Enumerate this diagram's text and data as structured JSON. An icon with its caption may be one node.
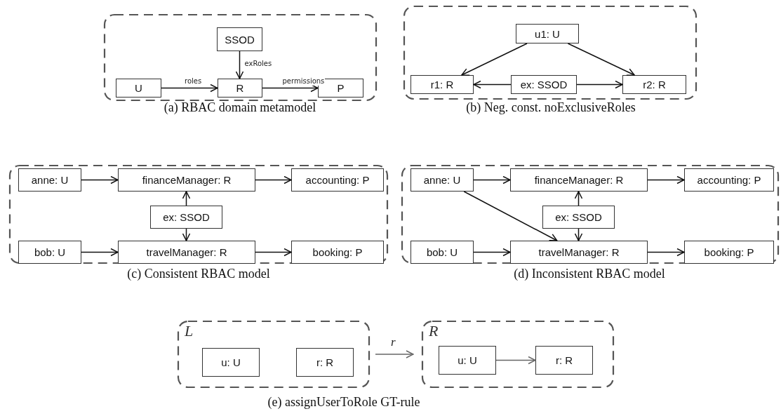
{
  "diagram": {
    "nodes": [
      {
        "text": [],
        "shape": "box",
        "beside": [
          "(a) RBAC domain metamodel"
        ]
      },
      {
        "text": [
          "SSOD"
        ],
        "in": 0
      },
      {
        "text": [
          "U"
        ],
        "in": 0
      },
      {
        "text": [
          "R"
        ],
        "in": 0
      },
      {
        "text": [
          "P"
        ],
        "in": 0
      },
      {
        "text": [],
        "shape": "box",
        "beside": [
          "(b) Neg. const. noExclusiveRoles"
        ]
      },
      {
        "text": [
          "u1: U"
        ],
        "in": 5
      },
      {
        "text": [
          "r1: R"
        ],
        "in": 5
      },
      {
        "text": [
          "ex: SSOD"
        ],
        "in": 5
      },
      {
        "text": [
          "r2: R"
        ],
        "in": 5
      },
      {
        "text": [],
        "shape": "box",
        "beside": [
          "(c) Consistent RBAC model"
        ]
      },
      {
        "text": [
          "anne: U"
        ],
        "in": 10
      },
      {
        "text": [
          "financeManager: R"
        ],
        "in": 10
      },
      {
        "text": [
          "accounting: P"
        ],
        "in": 10
      },
      {
        "text": [
          "ex: SSOD"
        ],
        "in": 10
      },
      {
        "text": [
          "bob: U"
        ],
        "in": 10
      },
      {
        "text": [
          "travelManager: R"
        ],
        "in": 10
      },
      {
        "text": [
          "booking: P"
        ],
        "in": 10
      },
      {
        "text": [],
        "shape": "box",
        "beside": [
          "(d) Inconsistent RBAC model"
        ]
      },
      {
        "text": [
          "anne: U"
        ],
        "in": 18
      },
      {
        "text": [
          "financeManager: R"
        ],
        "in": 18
      },
      {
        "text": [
          "accounting: P"
        ],
        "in": 18
      },
      {
        "text": [
          "ex: SSOD"
        ],
        "in": 18
      },
      {
        "text": [
          "bob: U"
        ],
        "in": 18
      },
      {
        "text": [
          "travelManager: R"
        ],
        "in": 18
      },
      {
        "text": [
          "booking: P"
        ],
        "in": 18
      },
      {
        "text": [
          "L"
        ]
      },
      {
        "text": [
          "u: U"
        ],
        "in": 26
      },
      {
        "text": [
          "r: R"
        ],
        "in": 26
      },
      {
        "text": [
          "R"
        ]
      },
      {
        "text": [
          "u: U"
        ],
        "in": 29
      },
      {
        "text": [
          "r: R"
        ],
        "in": 29
      }
    ],
    "edges": [
      {
        "from": 2,
        "to": 3,
        "arrow": "to",
        "label": "roles"
      },
      {
        "from": 1,
        "to": 3,
        "arrow": "to",
        "label": "exRoles"
      },
      {
        "from": 3,
        "to": 4,
        "arrow": "to",
        "label": "permissions"
      },
      {
        "from": 6,
        "to": 7,
        "arrow": "to"
      },
      {
        "from": 6,
        "to": 9,
        "arrow": "to"
      },
      {
        "from": 8,
        "to": 7,
        "arrow": "to"
      },
      {
        "from": 8,
        "to": 9,
        "arrow": "to"
      },
      {
        "from": 11,
        "to": 12,
        "arrow": "to"
      },
      {
        "from": 12,
        "to": 13,
        "arrow": "to"
      },
      {
        "from": 14,
        "to": 12,
        "arrow": "to"
      },
      {
        "from": 14,
        "to": 16,
        "arrow": "to"
      },
      {
        "from": 15,
        "to": 16,
        "arrow": "to"
      },
      {
        "from": 16,
        "to": 17,
        "arrow": "to"
      },
      {
        "from": 19,
        "to": 20,
        "arrow": "to"
      },
      {
        "from": 20,
        "to": 21,
        "arrow": "to"
      },
      {
        "from": 22,
        "to": 20,
        "arrow": "to"
      },
      {
        "from": 22,
        "to": 24,
        "arrow": "to"
      },
      {
        "from": 23,
        "to": 24,
        "arrow": "to"
      },
      {
        "from": 24,
        "to": 25,
        "arrow": "to"
      },
      {
        "from": 19,
        "to": 24,
        "arrow": "to"
      },
      {
        "from": 26,
        "to": 29,
        "arrow": "to",
        "label": "r",
        "color": "#666666"
      },
      {
        "from": 30,
        "to": 31,
        "arrow": "to",
        "color": "#666666"
      }
    ],
    "labels": [
      "(e) assignUserToRole GT-rule"
    ]
  }
}
